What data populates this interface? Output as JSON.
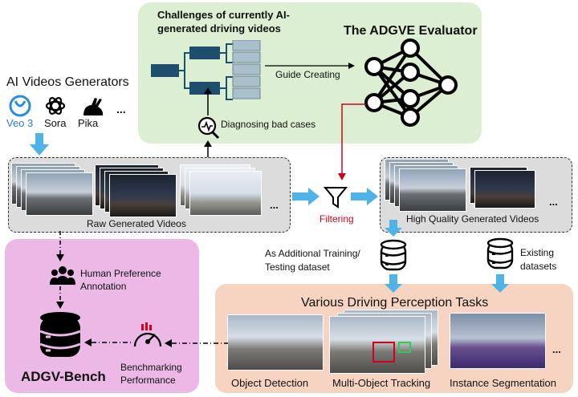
{
  "challenges_title": "Challenges of currently AI-generated driving videos",
  "evaluator_title": "The ADGVE Evaluator",
  "guide_creating": "Guide Creating",
  "diagnosing": "Diagnosing bad cases",
  "generators_title": "AI Videos Generators",
  "generators": [
    {
      "name": "Veo 3",
      "icon": "veo-logo"
    },
    {
      "name": "Sora",
      "icon": "openai-logo"
    },
    {
      "name": "Pika",
      "icon": "pika-rabbit-logo"
    }
  ],
  "ellipsis": "...",
  "raw_videos": "Raw Generated Videos",
  "filtering": "Filtering",
  "hq_videos": "High Quality Generated Videos",
  "additional_dataset": "As Additional Training/ Testing dataset",
  "existing_datasets": "Existing datasets",
  "human_pref": "Human Preference Annotation",
  "adgv_bench": "ADGV-Bench",
  "benchmarking": "Benchmarking Performance",
  "perception_title": "Various Driving Perception Tasks",
  "tasks": [
    "Object Detection",
    "Multi-Object Tracking",
    "Instance Segmentation"
  ],
  "colors": {
    "green_panel": "#dcefd2",
    "pink_panel": "#ecb8e6",
    "peach_panel": "#f6d4c1",
    "arrow_blue": "#4fb3e8",
    "filter_red": "#d0021b",
    "tree_dark": "#1e4e6e",
    "tree_light": "#a9bfcc"
  }
}
